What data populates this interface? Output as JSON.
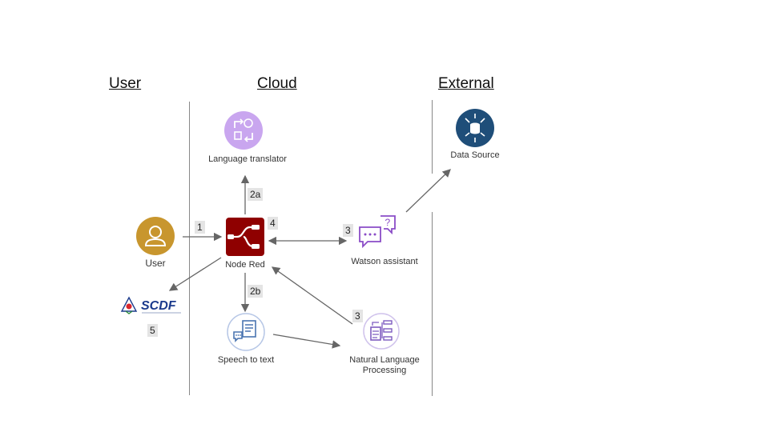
{
  "headers": {
    "user": "User",
    "cloud": "Cloud",
    "external": "External"
  },
  "nodes": {
    "translator": "Language translator",
    "data_source": "Data Source",
    "user": "User",
    "node_red": "Node Red",
    "watson": "Watson assistant",
    "speech": "Speech to text",
    "nlp_line1": "Natural Language",
    "nlp_line2": "Processing",
    "scdf": "SCDF"
  },
  "steps": {
    "s1": "1",
    "s2a": "2a",
    "s2b": "2b",
    "s3_watson": "3",
    "s3_nlp": "3",
    "s4": "4",
    "s5": "5"
  },
  "colors": {
    "translator": "#c9a6ef",
    "data_source": "#1f4e79",
    "user": "#c8962e",
    "node_red": "#8f0000",
    "watson": "#8a4cc7",
    "speech": "#4a74b0",
    "nlp": "#7e5cc0",
    "scdf": "#1b3a8c"
  }
}
